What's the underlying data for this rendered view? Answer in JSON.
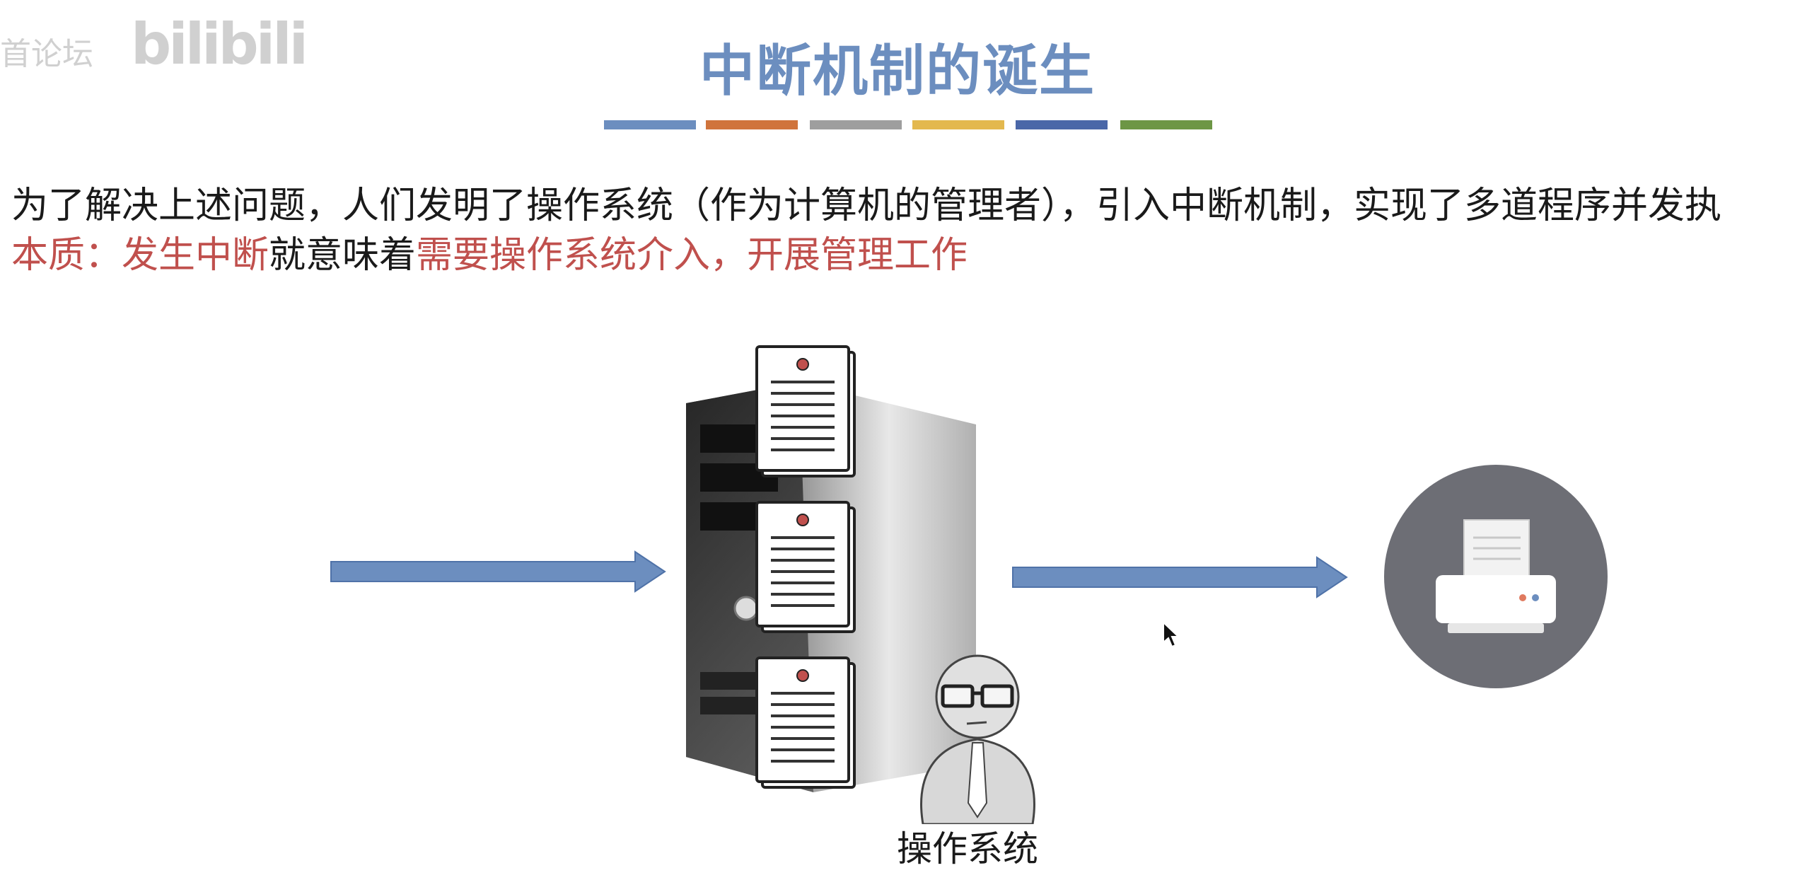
{
  "watermark": {
    "text": "首论坛",
    "logo": "bilibili"
  },
  "slide": {
    "title": "中断机制的诞生",
    "line1": "为了解决上述问题，人们发明了操作系统（作为计算机的管理者），引入中断机制，实现了多道程序并发执",
    "line2_part1": "本质：发生中断",
    "line2_part2": "就意味着",
    "line2_part3": "需要操作系统介入，开展管理工作",
    "os_label": "操作系统"
  },
  "colors": {
    "title": "#6c8ebf",
    "accent_red": "#c0504d",
    "arrow": "#6c8ebf",
    "bars": [
      "#6c8ebf",
      "#d0743c",
      "#9e9e9e",
      "#e3b84e",
      "#4a67a8",
      "#6d9645"
    ]
  },
  "icons": {
    "server": "server-tower-icon",
    "documents": "document-icon",
    "person": "os-person-icon",
    "printer": "printer-icon",
    "cursor": "mouse-cursor-icon"
  }
}
